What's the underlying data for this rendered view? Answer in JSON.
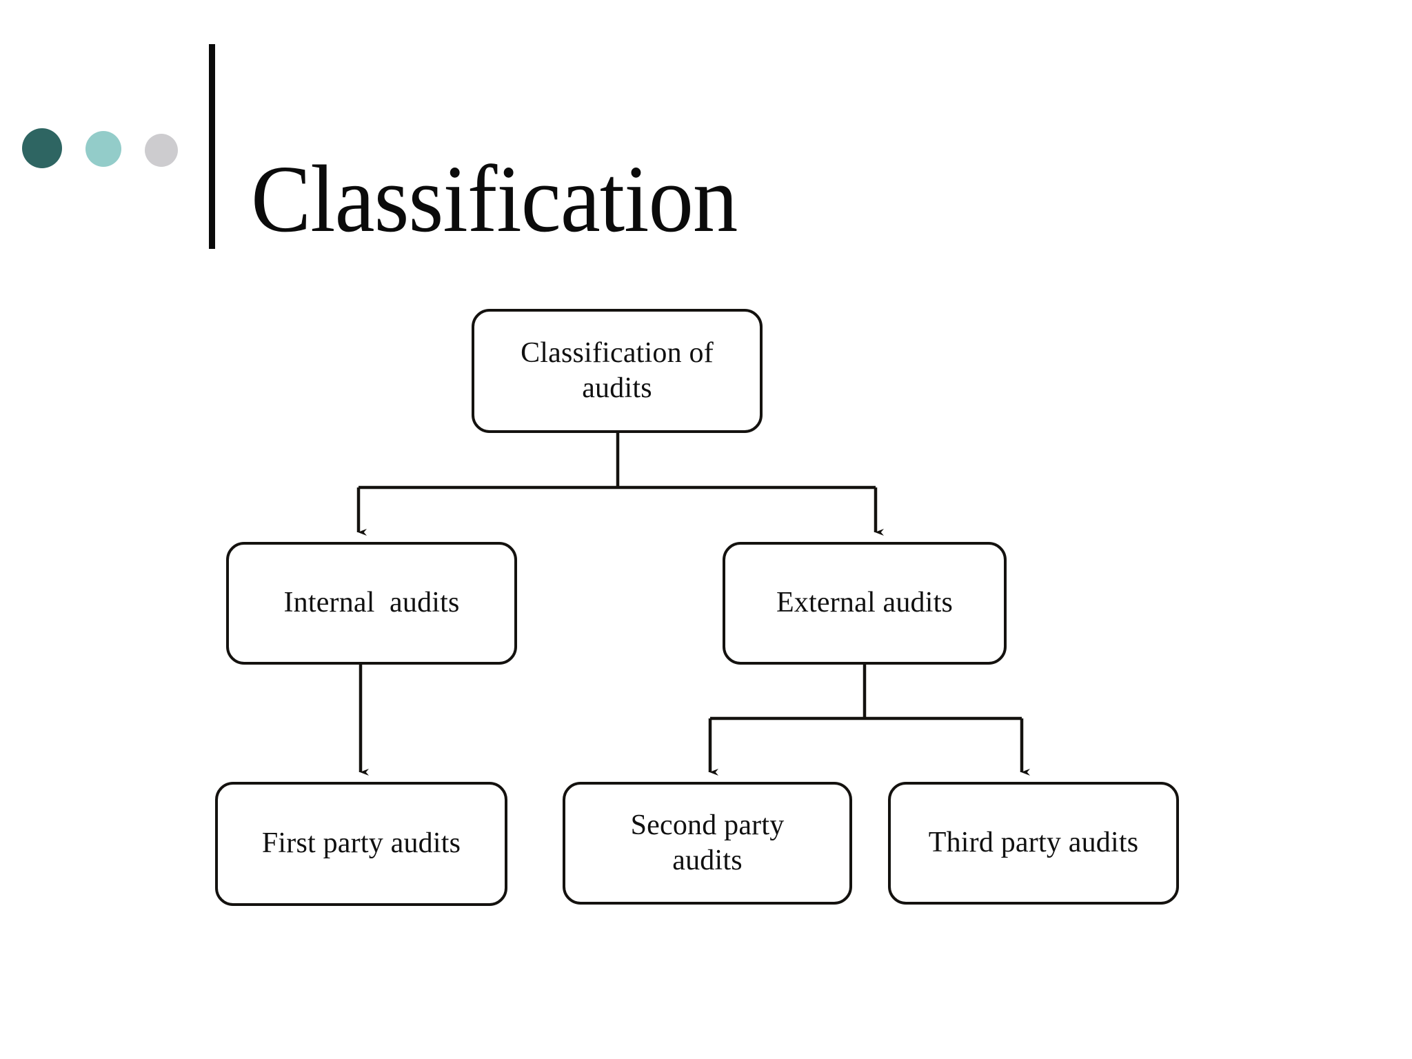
{
  "slide": {
    "title": "Classification",
    "background_color": "#ffffff",
    "decor": {
      "dots": [
        {
          "name": "dot-dark",
          "color": "#2e6562"
        },
        {
          "name": "dot-mid",
          "color": "#93ccc9"
        },
        {
          "name": "dot-light",
          "color": "#cdcccf"
        }
      ],
      "divider_color": "#0a0a0a"
    }
  },
  "chart_data": {
    "type": "diagram",
    "diagram_kind": "hierarchy-tree",
    "title": "Classification of audits",
    "line_color": "#14120f",
    "node_fill": "#ffffff",
    "text_color": "#101010",
    "nodes": [
      {
        "id": "root",
        "label": "Classification of\naudits",
        "level": 0
      },
      {
        "id": "internal",
        "label": "Internal  audits",
        "level": 1
      },
      {
        "id": "external",
        "label": "External audits",
        "level": 1
      },
      {
        "id": "first_party",
        "label": "First party audits",
        "level": 2
      },
      {
        "id": "second_party",
        "label": "Second party\naudits",
        "level": 2
      },
      {
        "id": "third_party",
        "label": "Third party audits",
        "level": 2
      }
    ],
    "edges": [
      {
        "from": "root",
        "to": "internal",
        "style": "elbow",
        "arrow": true
      },
      {
        "from": "root",
        "to": "external",
        "style": "elbow",
        "arrow": true
      },
      {
        "from": "internal",
        "to": "first_party",
        "style": "straight",
        "arrow": true
      },
      {
        "from": "external",
        "to": "second_party",
        "style": "elbow",
        "arrow": true
      },
      {
        "from": "external",
        "to": "third_party",
        "style": "elbow",
        "arrow": true
      }
    ]
  }
}
